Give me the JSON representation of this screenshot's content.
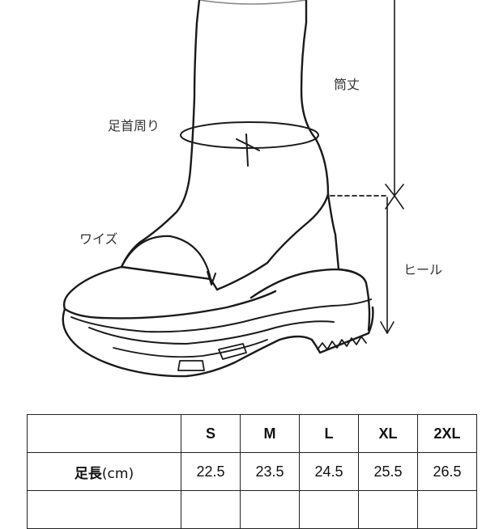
{
  "labels": {
    "shaft_height": "筒丈",
    "ankle_circumference": "足首周り",
    "width": "ワイズ",
    "heel": "ヒール"
  },
  "table": {
    "headers": [
      "",
      "S",
      "M",
      "L",
      "XL",
      "2XL"
    ],
    "rows": [
      {
        "label": "足長",
        "unit": "(cm)",
        "values": [
          "22.5",
          "23.5",
          "24.5",
          "25.5",
          "26.5"
        ]
      },
      {
        "label": "",
        "unit": "",
        "values": [
          "",
          "",
          "",
          "",
          ""
        ]
      }
    ]
  }
}
